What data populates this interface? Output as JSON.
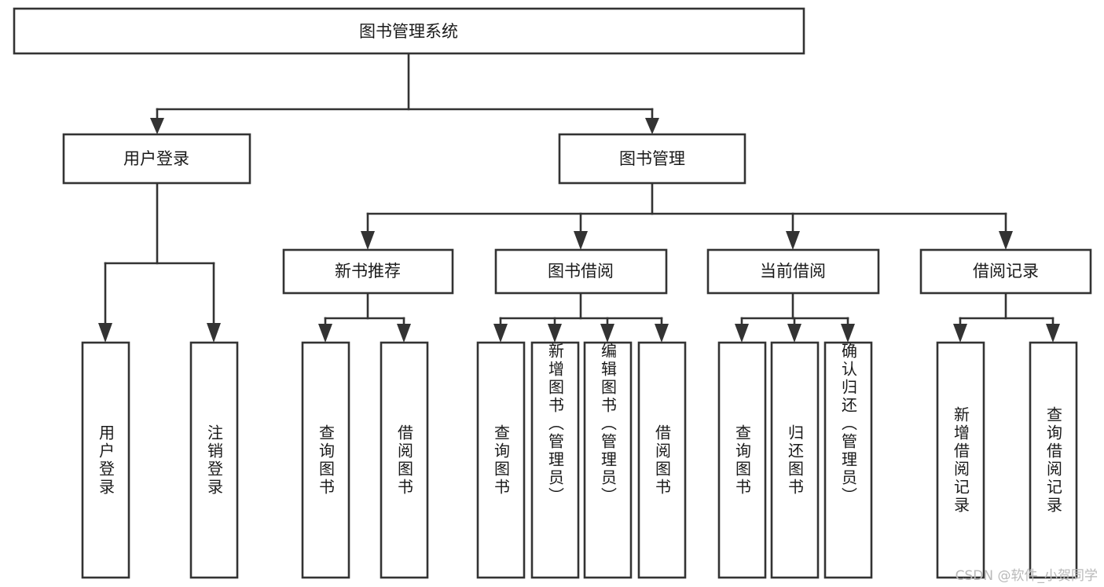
{
  "diagram": {
    "type": "tree",
    "title": "图书管理系统",
    "root": {
      "id": "root",
      "label": "图书管理系统",
      "orientation": "horizontal"
    },
    "level2": [
      {
        "id": "user-login",
        "label": "用户登录",
        "orientation": "horizontal"
      },
      {
        "id": "book-manage",
        "label": "图书管理",
        "orientation": "horizontal"
      }
    ],
    "level3": [
      {
        "id": "new-book-rec",
        "label": "新书推荐",
        "parent": "book-manage",
        "orientation": "horizontal"
      },
      {
        "id": "book-borrow",
        "label": "图书借阅",
        "parent": "book-manage",
        "orientation": "horizontal"
      },
      {
        "id": "current-borrow",
        "label": "当前借阅",
        "parent": "book-manage",
        "orientation": "horizontal"
      },
      {
        "id": "borrow-record",
        "label": "借阅记录",
        "parent": "book-manage",
        "orientation": "horizontal"
      }
    ],
    "leaves": [
      {
        "id": "leaf-user-login",
        "label": "用户登录",
        "parent": "user-login",
        "orientation": "vertical"
      },
      {
        "id": "leaf-logout",
        "label": "注销登录",
        "parent": "user-login",
        "orientation": "vertical"
      },
      {
        "id": "leaf-query-book-1",
        "label": "查询图书",
        "parent": "new-book-rec",
        "orientation": "vertical"
      },
      {
        "id": "leaf-borrow-book-1",
        "label": "借阅图书",
        "parent": "new-book-rec",
        "orientation": "vertical"
      },
      {
        "id": "leaf-query-book-2",
        "label": "查询图书",
        "parent": "book-borrow",
        "orientation": "vertical"
      },
      {
        "id": "leaf-add-book",
        "label": "新增图书（管理员）",
        "parent": "book-borrow",
        "orientation": "vertical"
      },
      {
        "id": "leaf-edit-book",
        "label": "编辑图书（管理员）",
        "parent": "book-borrow",
        "orientation": "vertical"
      },
      {
        "id": "leaf-borrow-book-2",
        "label": "借阅图书",
        "parent": "book-borrow",
        "orientation": "vertical"
      },
      {
        "id": "leaf-query-book-3",
        "label": "查询图书",
        "parent": "current-borrow",
        "orientation": "vertical"
      },
      {
        "id": "leaf-return-book",
        "label": "归还图书",
        "parent": "current-borrow",
        "orientation": "vertical"
      },
      {
        "id": "leaf-confirm-return",
        "label": "确认归还（管理员）",
        "parent": "current-borrow",
        "orientation": "vertical"
      },
      {
        "id": "leaf-add-record",
        "label": "新增借阅记录",
        "parent": "borrow-record",
        "orientation": "vertical"
      },
      {
        "id": "leaf-query-record",
        "label": "查询借阅记录",
        "parent": "borrow-record",
        "orientation": "vertical"
      }
    ],
    "colors": {
      "box_stroke": "#333333",
      "box_fill": "#ffffff",
      "connector": "#333333",
      "text": "#1a1a1a",
      "background": "#ffffff",
      "watermark": "#b9b9b9"
    }
  },
  "watermark": {
    "text": "CSDN @软件_小贺同学"
  }
}
